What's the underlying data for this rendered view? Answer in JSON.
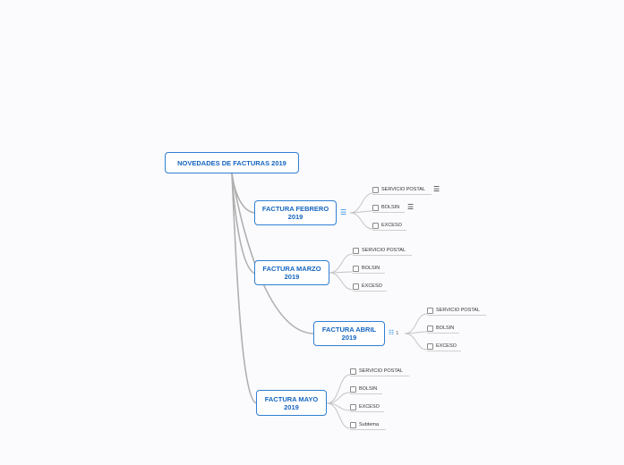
{
  "map": {
    "root": {
      "label": "NOVEDADES DE FACTURAS 2019"
    },
    "branches": [
      {
        "label": "FACTURA FEBRERO\n2019",
        "items": [
          {
            "label": "SERVICIO POSTAL"
          },
          {
            "label": "BOLSIN"
          },
          {
            "label": "EXCESO"
          }
        ]
      },
      {
        "label": "FACTURA MARZO\n2019",
        "items": [
          {
            "label": "SERVICIO POSTAL"
          },
          {
            "label": "BOLSIN"
          },
          {
            "label": "EXCESO"
          }
        ]
      },
      {
        "label": "FACTURA ABRIL\n2019",
        "task_count": "1",
        "items": [
          {
            "label": "SERVICIO POSTAL"
          },
          {
            "label": "BOLSIN"
          },
          {
            "label": "EXCESO"
          }
        ]
      },
      {
        "label": "FACTURA MAYO\n2019",
        "items": [
          {
            "label": "SERVICIO POSTAL"
          },
          {
            "label": "BOLSIN"
          },
          {
            "label": "EXCESO"
          },
          {
            "label": "Subtema"
          }
        ]
      }
    ]
  },
  "icons": {
    "notes": "notes-icon",
    "task_list": "task-list-icon",
    "checkbox": "checkbox-icon"
  },
  "colors": {
    "node_border": "#2f7fd1",
    "node_text": "#1565c0",
    "connector": "#b0b0b0",
    "background": "#fbfbfe"
  }
}
